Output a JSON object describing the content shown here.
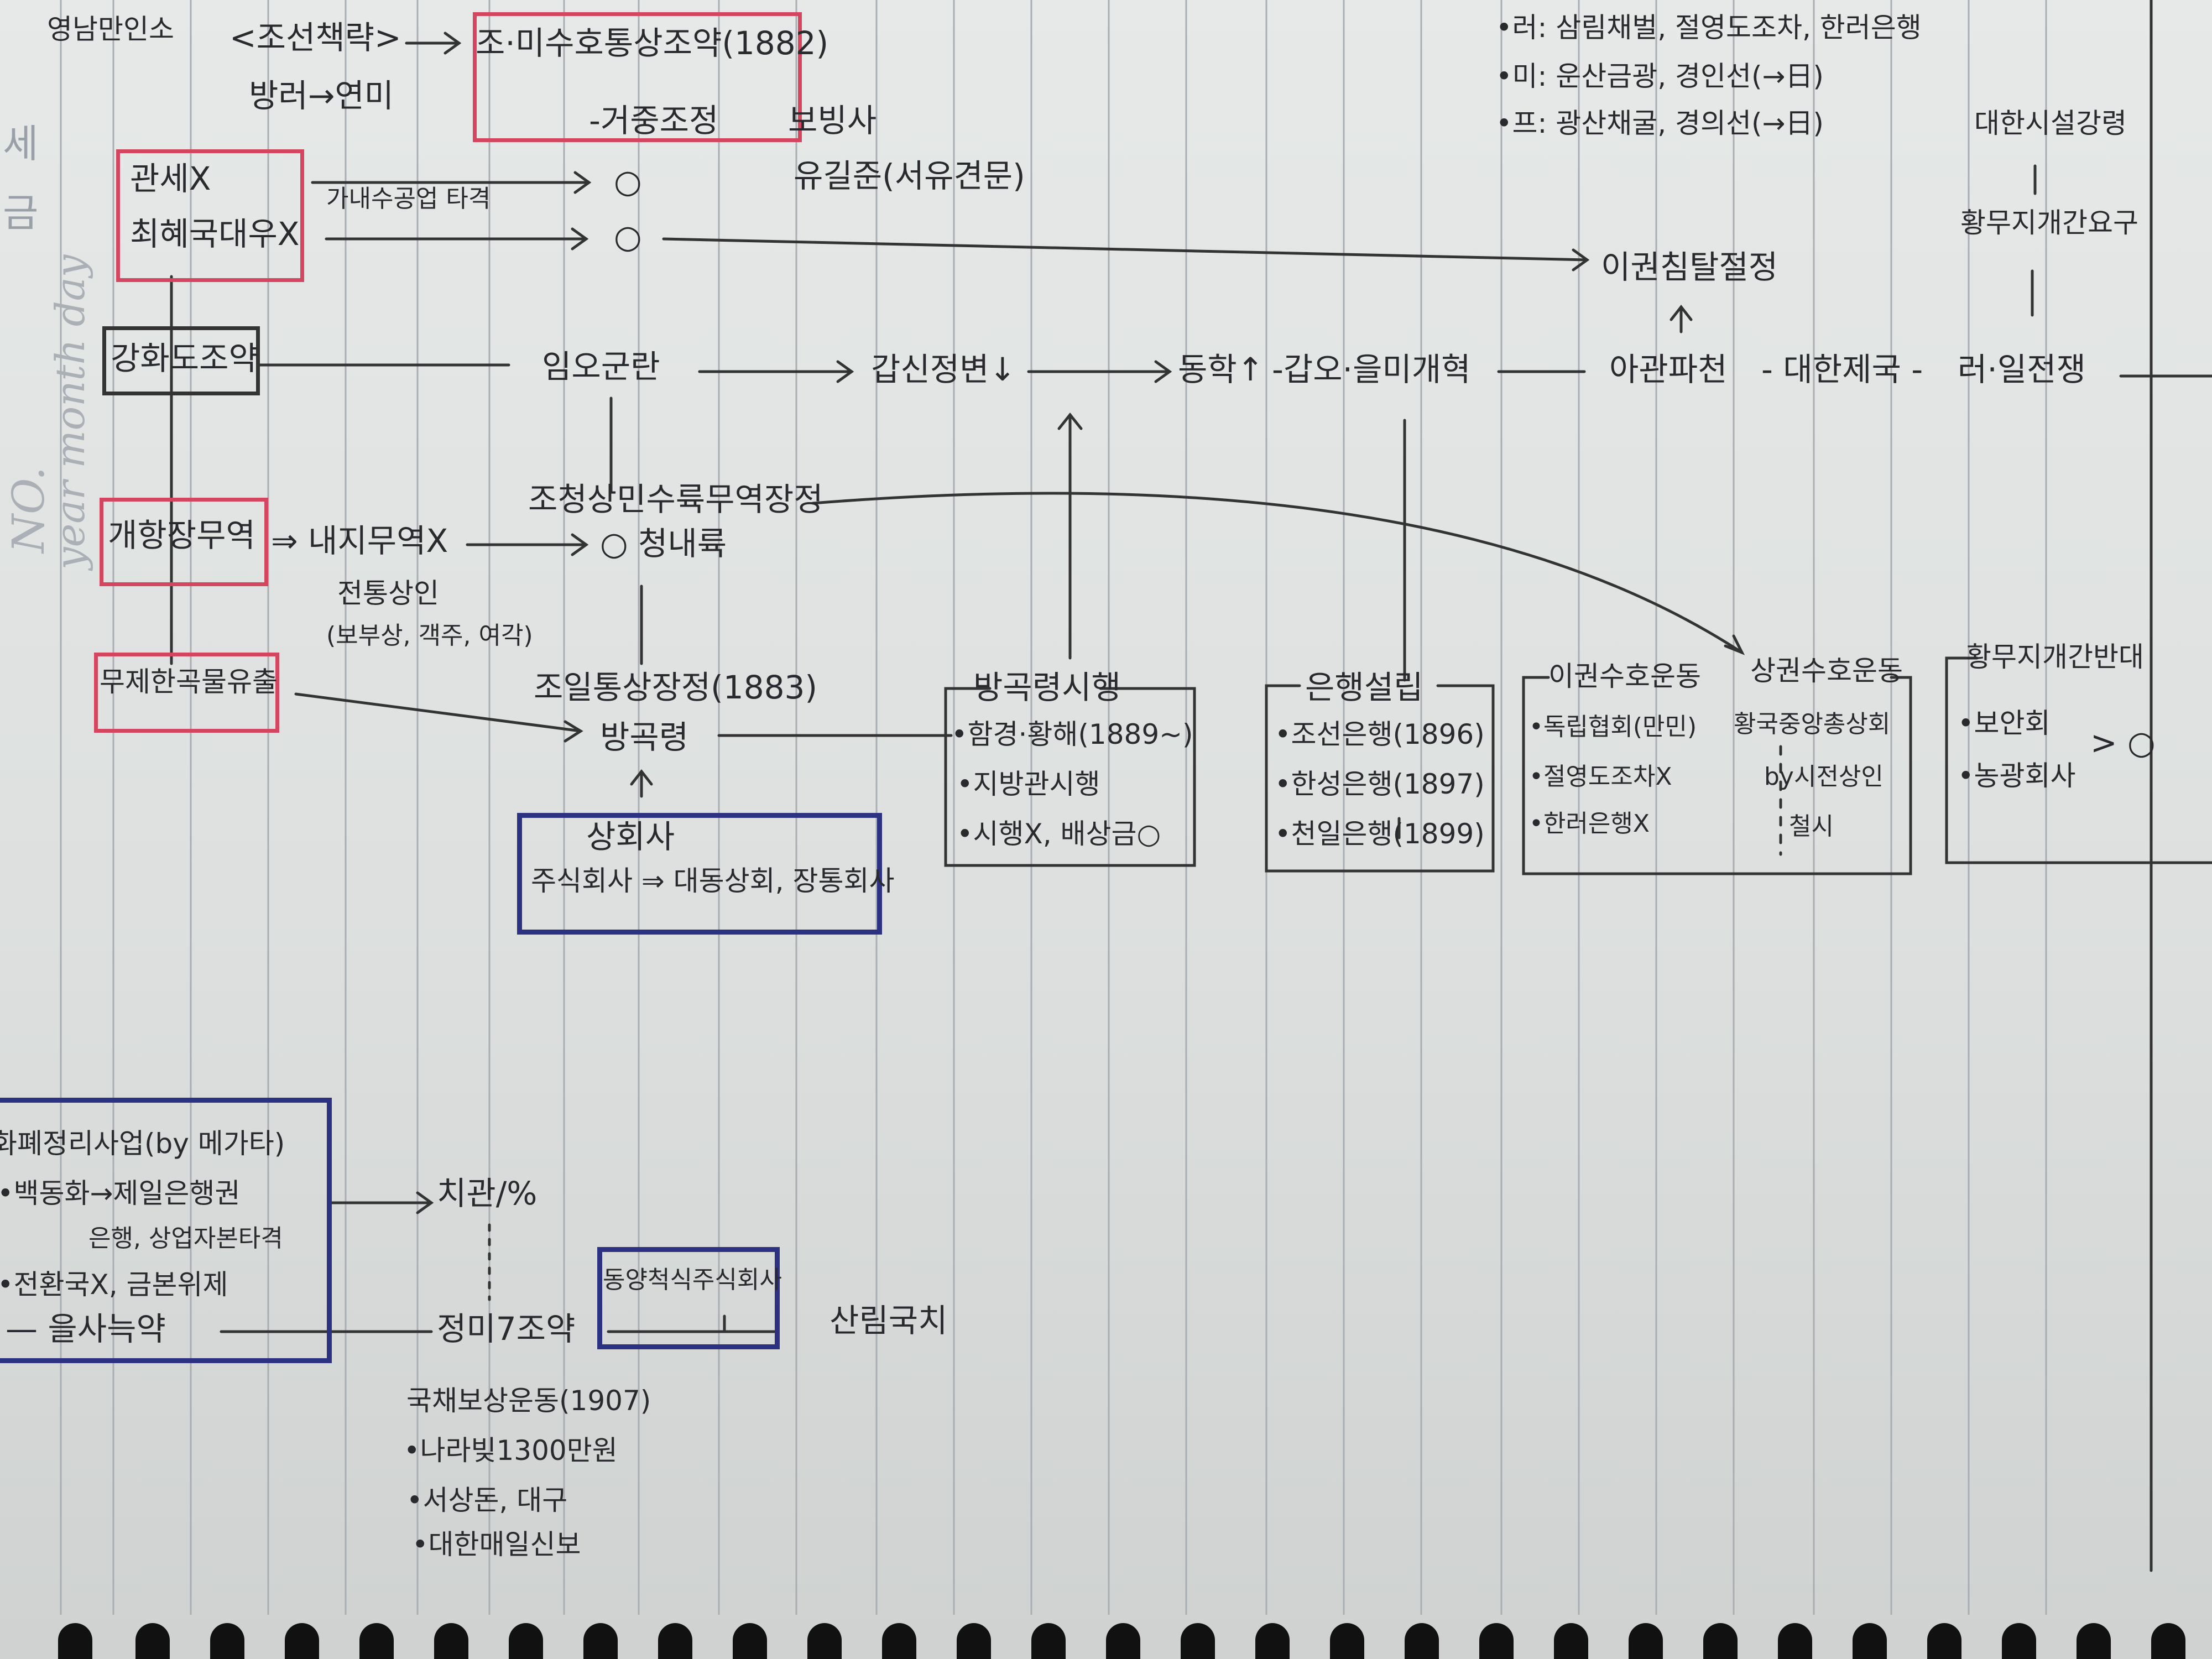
{
  "header": {
    "no_label": "NO.",
    "date_label": "year  month  day",
    "frag1": "세",
    "frag2": "금"
  },
  "notes": {
    "n1": "영남만인소",
    "n2": "<조선책략>",
    "n3": "조·미수호통상조약(1882)",
    "n4": "방러→연미",
    "n5": "-거중조정",
    "n6": "보빙사",
    "n7": "유길준(서유견문)",
    "n8": "관세X",
    "n9": "가내수공업 타격",
    "n10": "최혜국대우X",
    "n11": "○",
    "n12": "○",
    "n13": "이권침탈절정",
    "n14": "•러: 삼림채벌, 절영도조차, 한러은행",
    "n15": "•미: 운산금광, 경인선(→日)",
    "n16": "•프: 광산채굴, 경의선(→日)",
    "n17": "대한시설강령",
    "n18": "황무지개간요구",
    "n19": "강화도조약",
    "n20": "임오군란",
    "n21": "갑신정변↓",
    "n22": "동학↑",
    "n23": "-갑오·을미개혁",
    "n24": "아관파천",
    "n25": "- 대한제국 -",
    "n26": "러·일전쟁",
    "n27": "조청상민수륙무역장정",
    "n28": "○ 청내륙",
    "n29": "개항장무역",
    "n30": "⇒ 내지무역X",
    "n31": "전통상인",
    "n32": "(보부상, 객주, 여각)",
    "n33": "무제한곡물유출",
    "n34": "조일통상장정(1883)",
    "n35": "방곡령",
    "n36": "상회사",
    "n37": "주식회사 ⇒ 대동상회, 장통회사",
    "n38": "방곡령시행",
    "n39": "•함경·황해(1889~)",
    "n40": "•지방관시행",
    "n41": "•시행X, 배상금○",
    "n42": "은행설립",
    "n43": "•조선은행(1896)",
    "n44": "•한성은행(1897)",
    "n45": "•천일은행(1899)",
    "n46": "이권수호운동",
    "n47": "상권수호운동",
    "n48": "•독립협회(만민)",
    "n49": "•절영도조차X",
    "n50": "•한러은행X",
    "n51": "황국중앙총상회",
    "n52": "by시전상인",
    "n53": "철시",
    "n54": "황무지개간반대",
    "n55": "•보안회",
    "n56": "•농광회사",
    "n57": "> ○",
    "n58": "화폐정리사업(by 메가타)",
    "n59": "•백동화→제일은행권",
    "n60": "은행, 상업자본타격",
    "n61": "•전환국X, 금본위제",
    "n62": "— 을사늑약",
    "n63": "치관/%",
    "n64": "정미7조약",
    "n65": "동양척식주식회사",
    "n66": "산림국치",
    "n67": "국채보상운동(1907)",
    "n68": "•나라빚1300만원",
    "n69": "•서상돈, 대구",
    "n70": "•대한매일신보"
  },
  "colors": {
    "ink": "#2a2a2e",
    "red_box": "#d4455f",
    "blue_box": "#2d3182",
    "paper": "#e2e5e4"
  }
}
